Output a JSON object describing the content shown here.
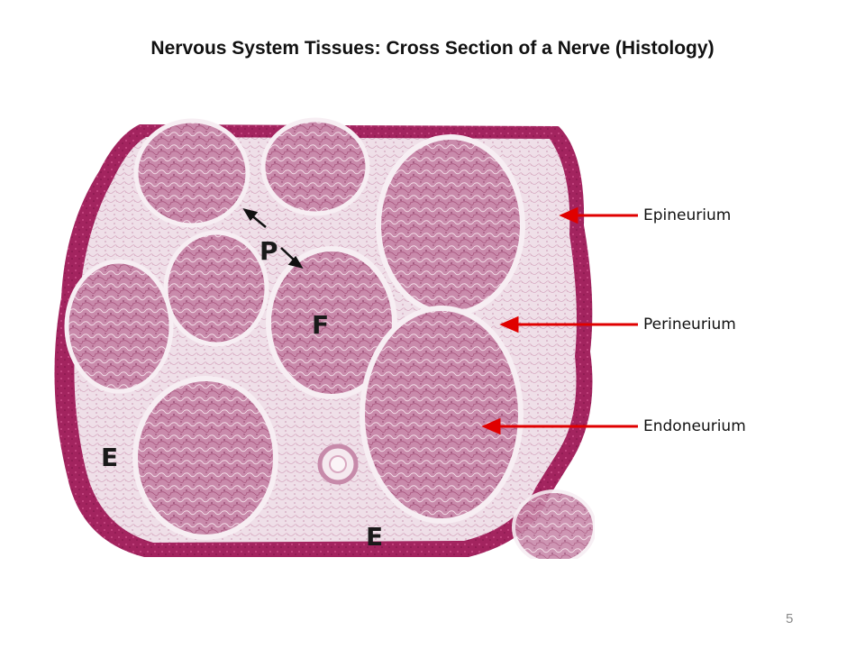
{
  "slide": {
    "title": "Nervous System Tissues: Cross Section of a Nerve (Histology)",
    "slide_number": "5"
  },
  "labels": {
    "epineurium": "Epineurium",
    "perineurium": "Perineurium",
    "endoneurium": "Endoneurium"
  },
  "image_letters": {
    "p": "P",
    "f": "F",
    "e_left": "E",
    "e_bottom": "E"
  },
  "colors": {
    "stain_dark": "#9c1f5c",
    "stain_light": "#d99cba",
    "fascicle_fill": "#c987a8",
    "background_tissue": "#f2e4ec",
    "arrow": "#e00000"
  }
}
